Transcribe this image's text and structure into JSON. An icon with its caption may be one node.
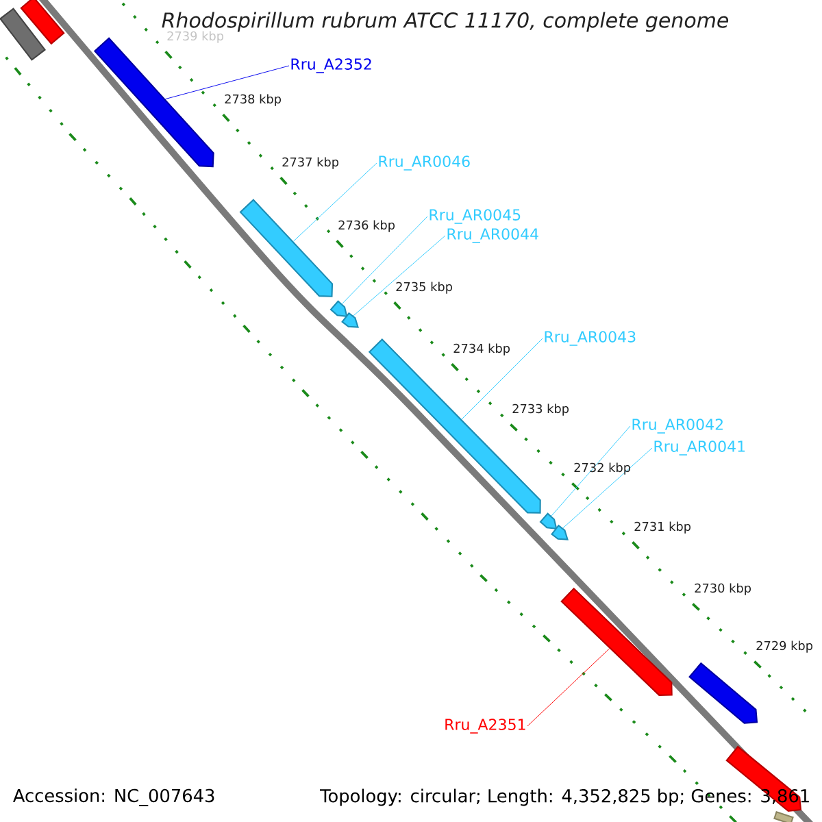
{
  "diagram": {
    "title": "Rhodospirillum rubrum ATCC 11170, complete genome",
    "nodes": [
      {
        "text": [],
        "shape": "box"
      },
      {
        "text": [],
        "shape": "box"
      },
      {
        "text": [],
        "shape": "bar"
      },
      {
        "text": [],
        "shape": "bar"
      },
      {
        "text": [],
        "shape": "bar"
      },
      {
        "text": [],
        "shape": "bar"
      },
      {
        "text": [],
        "shape": "bar"
      },
      {
        "text": [],
        "shape": "bar"
      },
      {
        "text": [],
        "shape": "bar"
      },
      {
        "text": [],
        "shape": "bar"
      },
      {
        "text": [],
        "shape": "bar"
      },
      {
        "text": [],
        "shape": "bar"
      },
      {
        "text": [],
        "shape": "box"
      },
      {
        "text": [
          "Rru_A2352"
        ]
      },
      {
        "text": [
          "Rru_AR0046"
        ]
      },
      {
        "text": [
          "Rru_AR0045"
        ]
      },
      {
        "text": [
          "Rru_AR0044"
        ]
      },
      {
        "text": [
          "Rru_AR0043"
        ]
      },
      {
        "text": [
          "Rru_AR0042"
        ]
      },
      {
        "text": [
          "Rru_AR0041"
        ]
      },
      {
        "text": [
          "Rru_A2351"
        ]
      }
    ],
    "edges": [
      {
        "from": 13,
        "to": 2,
        "arrow": "none",
        "color": "#0000ee"
      },
      {
        "from": 14,
        "to": 3,
        "arrow": "none"
      },
      {
        "from": 15,
        "to": 4,
        "arrow": "none"
      },
      {
        "from": 16,
        "to": 5,
        "arrow": "none"
      },
      {
        "from": 17,
        "to": 6,
        "arrow": "none"
      },
      {
        "from": 18,
        "to": 7,
        "arrow": "none"
      },
      {
        "from": 19,
        "to": 8,
        "arrow": "none"
      },
      {
        "from": 20,
        "to": 9,
        "arrow": "none",
        "color": "#ff0000"
      }
    ],
    "labels": [
      "2739 kbp",
      "2738 kbp",
      "2737 kbp",
      "2736 kbp",
      "2735 kbp",
      "2734 kbp",
      "2733 kbp",
      "2732 kbp",
      "2731 kbp",
      "2730 kbp",
      "2729 kbp",
      "Accession: NC_007643",
      "Topology: circular; Length: 4,352,825 bp; Genes: 3,861"
    ]
  }
}
